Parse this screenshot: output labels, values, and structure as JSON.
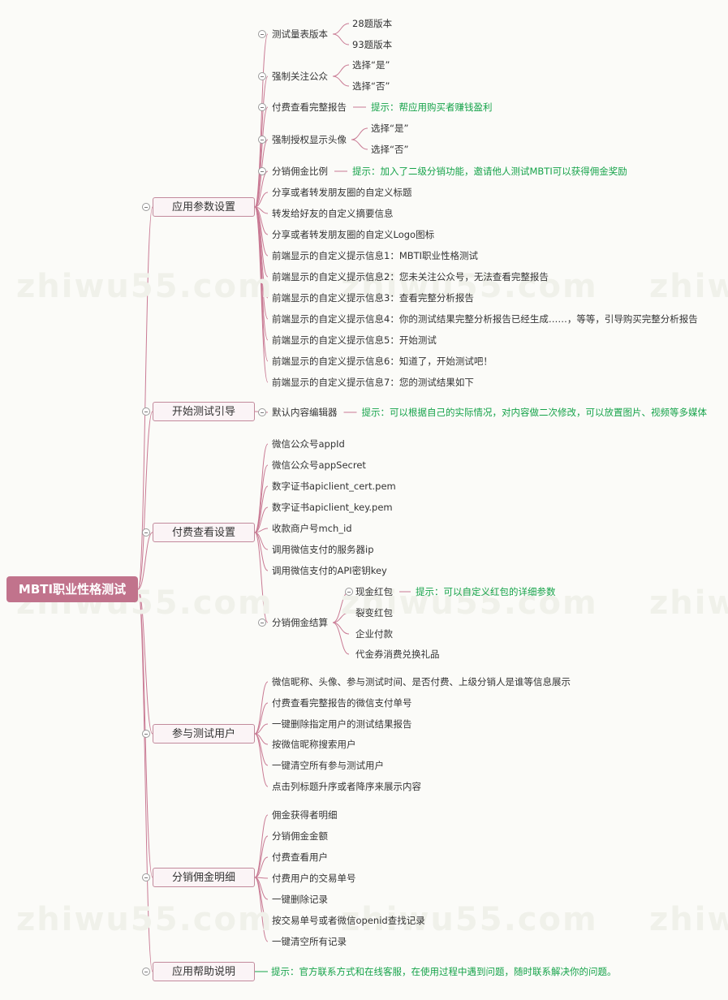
{
  "root": "MBTI职业性格测试",
  "watermark": "zhiwu55.com",
  "colors": {
    "branch": "#c97a94",
    "tip": "#16a34a",
    "root_bg": "#c1738c"
  },
  "categories": [
    {
      "label": "应用参数设置",
      "items": [
        {
          "label": "测试量表版本",
          "children": [
            "28题版本",
            "93题版本"
          ]
        },
        {
          "label": "强制关注公众",
          "children": [
            "选择“是”",
            "选择“否”"
          ]
        },
        {
          "label": "付费查看完整报告",
          "tip": "提示：帮应用购买者赚钱盈利"
        },
        {
          "label": "强制授权显示头像",
          "children": [
            "选择“是”",
            "选择“否”"
          ]
        },
        {
          "label": "分销佣金比例",
          "tip": "提示：加入了二级分销功能，邀请他人测试MBTI可以获得佣金奖励"
        },
        {
          "label": "分享或者转发朋友圈的自定义标题"
        },
        {
          "label": "转发给好友的自定义摘要信息"
        },
        {
          "label": "分享或者转发朋友圈的自定义Logo图标"
        },
        {
          "label": "前端显示的自定义提示信息1：MBTI职业性格测试"
        },
        {
          "label": "前端显示的自定义提示信息2：您未关注公众号，无法查看完整报告"
        },
        {
          "label": "前端显示的自定义提示信息3：查看完整分析报告"
        },
        {
          "label": "前端显示的自定义提示信息4：你的测试结果完整分析报告已经生成……，等等，引导购买完整分析报告"
        },
        {
          "label": "前端显示的自定义提示信息5：开始测试"
        },
        {
          "label": "前端显示的自定义提示信息6：知道了，开始测试吧！"
        },
        {
          "label": "前端显示的自定义提示信息7：您的测试结果如下"
        }
      ]
    },
    {
      "label": "开始测试引导",
      "items": [
        {
          "label": "默认内容编辑器",
          "tip": "提示：可以根据自己的实际情况，对内容做二次修改，可以放置图片、视频等多媒体"
        }
      ]
    },
    {
      "label": "付费查看设置",
      "items": [
        {
          "label": "微信公众号appId"
        },
        {
          "label": "微信公众号appSecret"
        },
        {
          "label": "数字证书apiclient_cert.pem"
        },
        {
          "label": "数字证书apiclient_key.pem"
        },
        {
          "label": "收款商户号mch_id"
        },
        {
          "label": "调用微信支付的服务器ip"
        },
        {
          "label": "调用微信支付的API密钥key"
        },
        {
          "label": "分销佣金结算",
          "children": [
            "现金红包",
            "裂变红包",
            "企业付款",
            "代金券消费兑换礼品"
          ],
          "child_tip": "提示：可以自定义红包的详细参数"
        }
      ]
    },
    {
      "label": "参与测试用户",
      "items": [
        {
          "label": "微信昵称、头像、参与测试时间、是否付费、上级分销人是谁等信息展示"
        },
        {
          "label": "付费查看完整报告的微信支付单号"
        },
        {
          "label": "一键删除指定用户的测试结果报告"
        },
        {
          "label": "按微信昵称搜索用户"
        },
        {
          "label": "一键清空所有参与测试用户"
        },
        {
          "label": "点击列标题升序或者降序来展示内容"
        }
      ]
    },
    {
      "label": "分销佣金明细",
      "items": [
        {
          "label": "佣金获得者明细"
        },
        {
          "label": "分销佣金金额"
        },
        {
          "label": "付费查看用户"
        },
        {
          "label": "付费用户的交易单号"
        },
        {
          "label": "一键删除记录"
        },
        {
          "label": "按交易单号或者微信openid查找记录"
        },
        {
          "label": "一键清空所有记录"
        }
      ]
    },
    {
      "label": "应用帮助说明",
      "items": [],
      "tip": "提示：官方联系方式和在线客服，在使用过程中遇到问题，随时联系解决你的问题。"
    }
  ]
}
